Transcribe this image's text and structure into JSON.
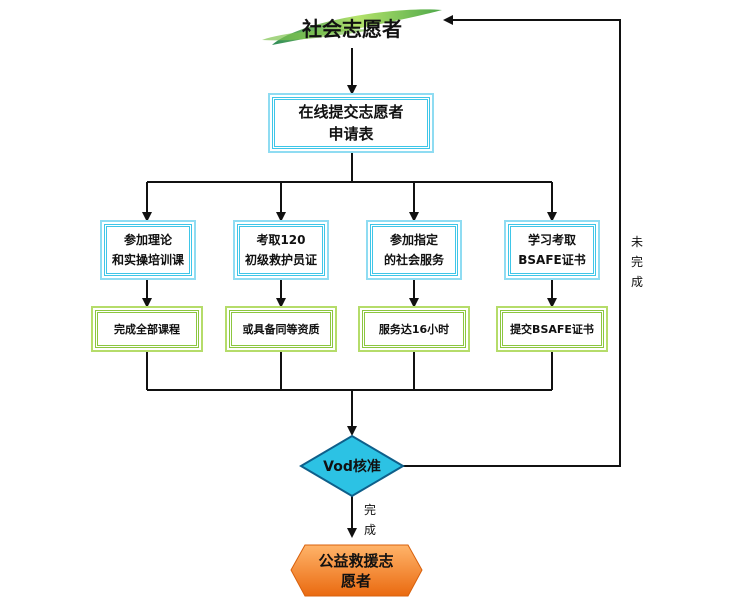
{
  "start": {
    "label": "社会志愿者"
  },
  "apply": {
    "lines": [
      "在线提交志愿者",
      "申请表"
    ]
  },
  "steps": [
    {
      "lines": [
        "参加理论",
        "和实操培训课"
      ]
    },
    {
      "lines": [
        "考取120",
        "初级救护员证"
      ]
    },
    {
      "lines": [
        "参加指定",
        "的社会服务"
      ]
    },
    {
      "lines": [
        "学习考取",
        "BSAFE证书"
      ]
    }
  ],
  "results": [
    {
      "label": "完成全部课程"
    },
    {
      "label": "或具备同等资质"
    },
    {
      "label": "服务达16小时"
    },
    {
      "label": "提交BSAFE证书"
    }
  ],
  "decision": {
    "label": "Vod核准"
  },
  "end": {
    "lines": [
      "公益救援志",
      "愿者"
    ]
  },
  "edges": {
    "not_done": "未完成",
    "done": "完成"
  },
  "colors": {
    "cyan": "#3ec6e8",
    "green": "#8cc63f",
    "decision": "#2cc2e4",
    "end": "#f07a1e"
  }
}
